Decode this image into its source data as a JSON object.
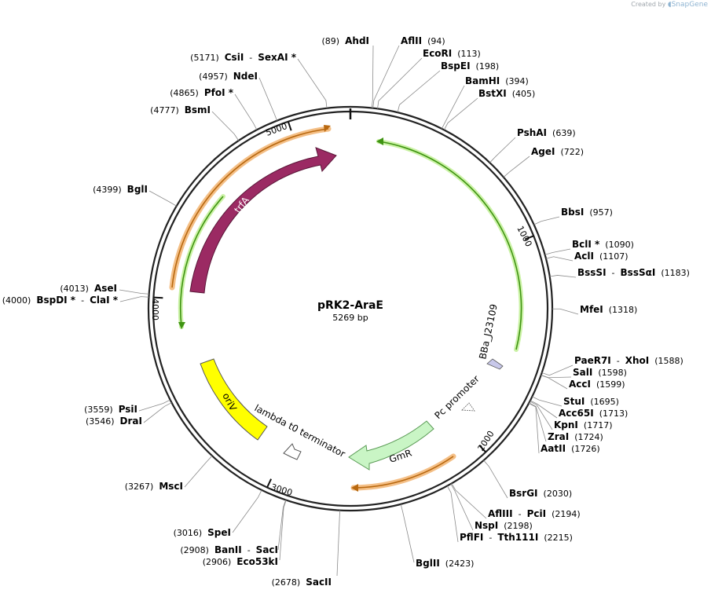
{
  "credit": {
    "prefix": "Created by",
    "brand": "SnapGene"
  },
  "plasmid": {
    "name": "pRK2-AraE",
    "size_label": "5269 bp",
    "length": 5269
  },
  "ticks": [
    {
      "pos": 1000,
      "label": "1000"
    },
    {
      "pos": 2000,
      "label": "2000"
    },
    {
      "pos": 3000,
      "label": "3000"
    },
    {
      "pos": 4000,
      "label": "4000"
    },
    {
      "pos": 5000,
      "label": "5000"
    }
  ],
  "sites": [
    {
      "id": "ahdi",
      "parts": [
        {
          "t": "(89)",
          "k": "pos"
        },
        {
          "t": "AhdI",
          "k": "name"
        }
      ],
      "pos": 89
    },
    {
      "id": "aflii",
      "parts": [
        {
          "t": "AflII",
          "k": "name"
        },
        {
          "t": "(94)",
          "k": "pos"
        }
      ],
      "pos": 94
    },
    {
      "id": "ecori",
      "parts": [
        {
          "t": "EcoRI",
          "k": "name"
        },
        {
          "t": "(113)",
          "k": "pos"
        }
      ],
      "pos": 113
    },
    {
      "id": "bspei",
      "parts": [
        {
          "t": "BspEI",
          "k": "name"
        },
        {
          "t": "(198)",
          "k": "pos"
        }
      ],
      "pos": 198
    },
    {
      "id": "bamhi",
      "parts": [
        {
          "t": "BamHI",
          "k": "name"
        },
        {
          "t": "(394)",
          "k": "pos"
        }
      ],
      "pos": 394
    },
    {
      "id": "bstxi",
      "parts": [
        {
          "t": "BstXI",
          "k": "name"
        },
        {
          "t": "(405)",
          "k": "pos"
        }
      ],
      "pos": 405
    },
    {
      "id": "pshai",
      "parts": [
        {
          "t": "PshAI",
          "k": "name"
        },
        {
          "t": "(639)",
          "k": "pos"
        }
      ],
      "pos": 639
    },
    {
      "id": "agei",
      "parts": [
        {
          "t": "AgeI",
          "k": "name"
        },
        {
          "t": "(722)",
          "k": "pos"
        }
      ],
      "pos": 722
    },
    {
      "id": "bbsi",
      "parts": [
        {
          "t": "BbsI",
          "k": "name"
        },
        {
          "t": "(957)",
          "k": "pos"
        }
      ],
      "pos": 957
    },
    {
      "id": "bcli",
      "parts": [
        {
          "t": "BclI *",
          "k": "name"
        },
        {
          "t": "(1090)",
          "k": "pos"
        }
      ],
      "pos": 1090
    },
    {
      "id": "acli",
      "parts": [
        {
          "t": "AclI",
          "k": "name"
        },
        {
          "t": "(1107)",
          "k": "pos"
        }
      ],
      "pos": 1107
    },
    {
      "id": "bsssi",
      "parts": [
        {
          "t": "BssSI",
          "k": "name"
        },
        {
          "t": "-",
          "k": "sep"
        },
        {
          "t": "BssSαI",
          "k": "name"
        },
        {
          "t": "(1183)",
          "k": "pos"
        }
      ],
      "pos": 1183
    },
    {
      "id": "mfei",
      "parts": [
        {
          "t": "MfeI",
          "k": "name"
        },
        {
          "t": "(1318)",
          "k": "pos"
        }
      ],
      "pos": 1318
    },
    {
      "id": "paer7i",
      "parts": [
        {
          "t": "PaeR7I",
          "k": "name"
        },
        {
          "t": "-",
          "k": "sep"
        },
        {
          "t": "XhoI",
          "k": "name"
        },
        {
          "t": "(1588)",
          "k": "pos"
        }
      ],
      "pos": 1588
    },
    {
      "id": "sali",
      "parts": [
        {
          "t": "SalI",
          "k": "name"
        },
        {
          "t": "(1598)",
          "k": "pos"
        }
      ],
      "pos": 1598
    },
    {
      "id": "acci",
      "parts": [
        {
          "t": "AccI",
          "k": "name"
        },
        {
          "t": "(1599)",
          "k": "pos"
        }
      ],
      "pos": 1599
    },
    {
      "id": "stui",
      "parts": [
        {
          "t": "StuI",
          "k": "name"
        },
        {
          "t": "(1695)",
          "k": "pos"
        }
      ],
      "pos": 1695
    },
    {
      "id": "acc65i",
      "parts": [
        {
          "t": "Acc65I",
          "k": "name"
        },
        {
          "t": "(1713)",
          "k": "pos"
        }
      ],
      "pos": 1713
    },
    {
      "id": "kpni",
      "parts": [
        {
          "t": "KpnI",
          "k": "name"
        },
        {
          "t": "(1717)",
          "k": "pos"
        }
      ],
      "pos": 1717
    },
    {
      "id": "zrai",
      "parts": [
        {
          "t": "ZraI",
          "k": "name"
        },
        {
          "t": "(1724)",
          "k": "pos"
        }
      ],
      "pos": 1724
    },
    {
      "id": "aatii",
      "parts": [
        {
          "t": "AatII",
          "k": "name"
        },
        {
          "t": "(1726)",
          "k": "pos"
        }
      ],
      "pos": 1726
    },
    {
      "id": "bsrgi",
      "parts": [
        {
          "t": "BsrGI",
          "k": "name"
        },
        {
          "t": "(2030)",
          "k": "pos"
        }
      ],
      "pos": 2030
    },
    {
      "id": "afliii",
      "parts": [
        {
          "t": "AflIII",
          "k": "name"
        },
        {
          "t": "-",
          "k": "sep"
        },
        {
          "t": "PciI",
          "k": "name"
        },
        {
          "t": "(2194)",
          "k": "pos"
        }
      ],
      "pos": 2194
    },
    {
      "id": "nspi",
      "parts": [
        {
          "t": "NspI",
          "k": "name"
        },
        {
          "t": "(2198)",
          "k": "pos"
        }
      ],
      "pos": 2198
    },
    {
      "id": "pflfi",
      "parts": [
        {
          "t": "PflFI",
          "k": "name"
        },
        {
          "t": "-",
          "k": "sep"
        },
        {
          "t": "Tth111I",
          "k": "name"
        },
        {
          "t": "(2215)",
          "k": "pos"
        }
      ],
      "pos": 2215
    },
    {
      "id": "bglii",
      "parts": [
        {
          "t": "BglII",
          "k": "name"
        },
        {
          "t": "(2423)",
          "k": "pos"
        }
      ],
      "pos": 2423
    },
    {
      "id": "sacii",
      "parts": [
        {
          "t": "(2678)",
          "k": "pos"
        },
        {
          "t": "SacII",
          "k": "name"
        }
      ],
      "pos": 2678
    },
    {
      "id": "eco53ki",
      "parts": [
        {
          "t": "(2906)",
          "k": "pos"
        },
        {
          "t": "Eco53kI",
          "k": "name"
        }
      ],
      "pos": 2906
    },
    {
      "id": "banii",
      "parts": [
        {
          "t": "(2908)",
          "k": "pos"
        },
        {
          "t": "BanII",
          "k": "name"
        },
        {
          "t": "-",
          "k": "sep"
        },
        {
          "t": "SacI",
          "k": "name"
        }
      ],
      "pos": 2908
    },
    {
      "id": "spei",
      "parts": [
        {
          "t": "(3016)",
          "k": "pos"
        },
        {
          "t": "SpeI",
          "k": "name"
        }
      ],
      "pos": 3016
    },
    {
      "id": "msci",
      "parts": [
        {
          "t": "(3267)",
          "k": "pos"
        },
        {
          "t": "MscI",
          "k": "name"
        }
      ],
      "pos": 3267
    },
    {
      "id": "drai",
      "parts": [
        {
          "t": "(3546)",
          "k": "pos"
        },
        {
          "t": "DraI",
          "k": "name"
        }
      ],
      "pos": 3546
    },
    {
      "id": "psii",
      "parts": [
        {
          "t": "(3559)",
          "k": "pos"
        },
        {
          "t": "PsiI",
          "k": "name"
        }
      ],
      "pos": 3559
    },
    {
      "id": "bspdi",
      "parts": [
        {
          "t": "(4000)",
          "k": "pos"
        },
        {
          "t": "BspDI *",
          "k": "name"
        },
        {
          "t": "-",
          "k": "sep"
        },
        {
          "t": "ClaI *",
          "k": "name"
        }
      ],
      "pos": 4000
    },
    {
      "id": "asei",
      "parts": [
        {
          "t": "(4013)",
          "k": "pos"
        },
        {
          "t": "AseI",
          "k": "name"
        }
      ],
      "pos": 4013
    },
    {
      "id": "bgli",
      "parts": [
        {
          "t": "(4399)",
          "k": "pos"
        },
        {
          "t": "BglI",
          "k": "name"
        }
      ],
      "pos": 4399
    },
    {
      "id": "bsmi",
      "parts": [
        {
          "t": "(4777)",
          "k": "pos"
        },
        {
          "t": "BsmI",
          "k": "name"
        }
      ],
      "pos": 4777
    },
    {
      "id": "pfoi",
      "parts": [
        {
          "t": "(4865)",
          "k": "pos"
        },
        {
          "t": "PfoI *",
          "k": "name"
        }
      ],
      "pos": 4865
    },
    {
      "id": "ndei",
      "parts": [
        {
          "t": "(4957)",
          "k": "pos"
        },
        {
          "t": "NdeI",
          "k": "name"
        }
      ],
      "pos": 4957
    },
    {
      "id": "csii",
      "parts": [
        {
          "t": "(5171)",
          "k": "pos"
        },
        {
          "t": "CsiI",
          "k": "name"
        },
        {
          "t": "-",
          "k": "sep"
        },
        {
          "t": "SexAI *",
          "k": "name"
        }
      ],
      "pos": 5171
    }
  ],
  "features": [
    {
      "id": "trfa",
      "label": "trfA",
      "color": "#9b2a63",
      "type": "arrow"
    },
    {
      "id": "orfa",
      "label": "",
      "color": "#ffffff",
      "type": "green-line"
    },
    {
      "id": "bba",
      "label": "BBa_J23109",
      "color": "#b3b3dd",
      "type": "small-arrow"
    },
    {
      "id": "pc",
      "label": "Pc promoter",
      "color": "#ffffff",
      "type": "promoter"
    },
    {
      "id": "gmr",
      "label": "GmR",
      "color": "#c9f5c5",
      "type": "arrow"
    },
    {
      "id": "lambda",
      "label": "lambda t0 terminator",
      "color": "#ffffff",
      "type": "terminator"
    },
    {
      "id": "oriv",
      "label": "oriV",
      "color": "#ffff00",
      "type": "box"
    }
  ],
  "colors": {
    "backbone": "#222222",
    "orange_glow": "#f5c48a",
    "orange_core": "#b8680f",
    "green_glow": "#c9f3a5",
    "green_core": "#3f9412"
  }
}
